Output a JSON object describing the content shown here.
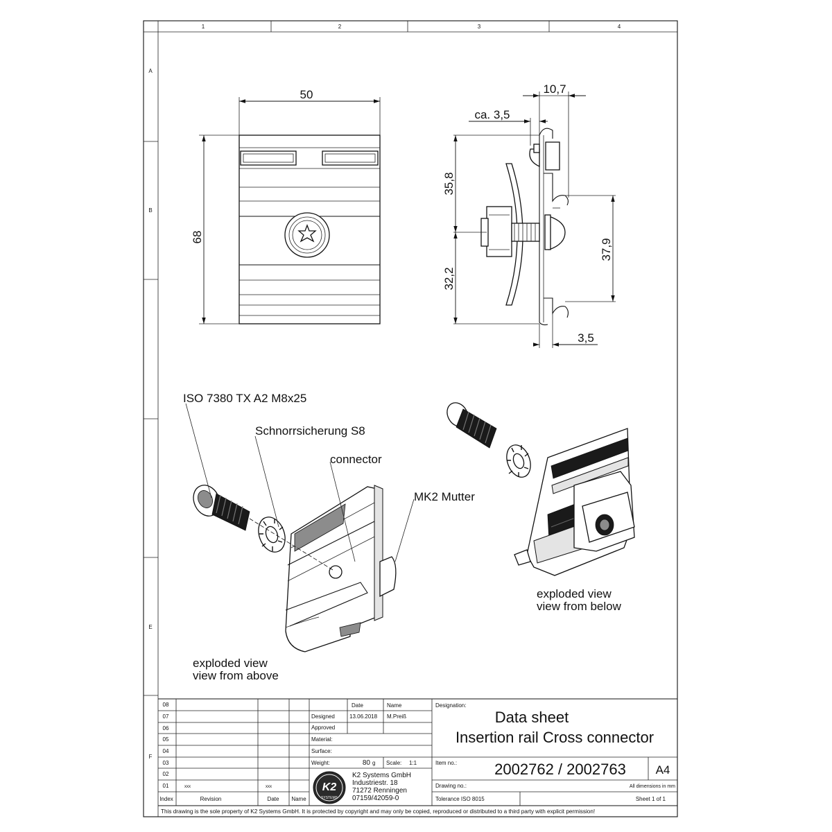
{
  "frame": {
    "columns": [
      "1",
      "2",
      "3",
      "4"
    ],
    "rows": [
      "A",
      "B",
      "E",
      "F"
    ]
  },
  "top_view": {
    "width_dim": "50",
    "height_dim": "68"
  },
  "side_view": {
    "dims": [
      "10,7",
      "ca. 3,5",
      "35,8",
      "32,2",
      "37,9",
      "3,5"
    ]
  },
  "labels": {
    "screw": "ISO 7380 TX A2 M8x25",
    "washer": "Schnorrsicherung S8",
    "connector": "connector",
    "nut": "MK2 Mutter",
    "view_above": [
      "exploded view",
      "view from above"
    ],
    "view_below": [
      "exploded view",
      "view from below"
    ]
  },
  "title_block": {
    "index_rows": [
      "08",
      "07",
      "06",
      "05",
      "04",
      "03",
      "02",
      "01"
    ],
    "rev01": {
      "revision": "xxx",
      "date": "xxx"
    },
    "bottom_headers": [
      "Index",
      "Revision",
      "Date",
      "Name"
    ],
    "col_date": "Date",
    "col_name": "Name",
    "designed_label": "Designed",
    "designed_date": "13.06.2018",
    "designed_name": "M.Preiß",
    "approved_label": "Approved",
    "material_label": "Material:",
    "surface_label": "Surface:",
    "weight_label": "Weight:",
    "weight_value": "80",
    "weight_unit": "g",
    "scale_label": "Scale:",
    "scale_value": "1:1",
    "company": [
      "K2 Systems GmbH",
      "Industriestr. 18",
      "71272 Renningen",
      "07159/42059-0"
    ],
    "logo_text": "K2",
    "logo_sub": "SYSTEMS",
    "designation_label": "Designation:",
    "designation_line1": "Data sheet",
    "designation_line2": "Insertion rail Cross connector",
    "item_label": "Item no.:",
    "item_no": "2002762 / 2002763",
    "format": "A4",
    "drawing_label": "Drawing no.:",
    "all_dims": "All dimensions in mm",
    "tolerance": "Tolerance ISO 8015",
    "sheet": "Sheet 1 of 1",
    "copyright": "This drawing is the sole property of K2 Systems GmbH.  It is protected by copyright and may only be copied, reproduced or distributed to a third party with explicit permission!"
  }
}
